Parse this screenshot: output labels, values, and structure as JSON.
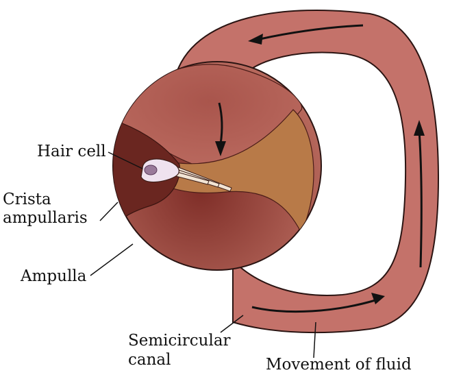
{
  "labels": {
    "hair_cell": "Hair cell",
    "crista_line1": "Crista",
    "crista_line2": "ampullaris",
    "ampulla": "Ampulla",
    "canal_line1": "Semicircular",
    "canal_line2": "canal",
    "fluid": "Movement of fluid"
  },
  "colors": {
    "canal_fill": "#c4726a",
    "canal_outline": "#2a1412",
    "ampulla_light": "#b56256",
    "ampulla_dark": "#7f2e28",
    "crista": "#6a2620",
    "cupula": "#b87a48",
    "hair_cell": "#efe2ef",
    "nucleus": "#9a7a9a",
    "arrow": "#111111"
  }
}
